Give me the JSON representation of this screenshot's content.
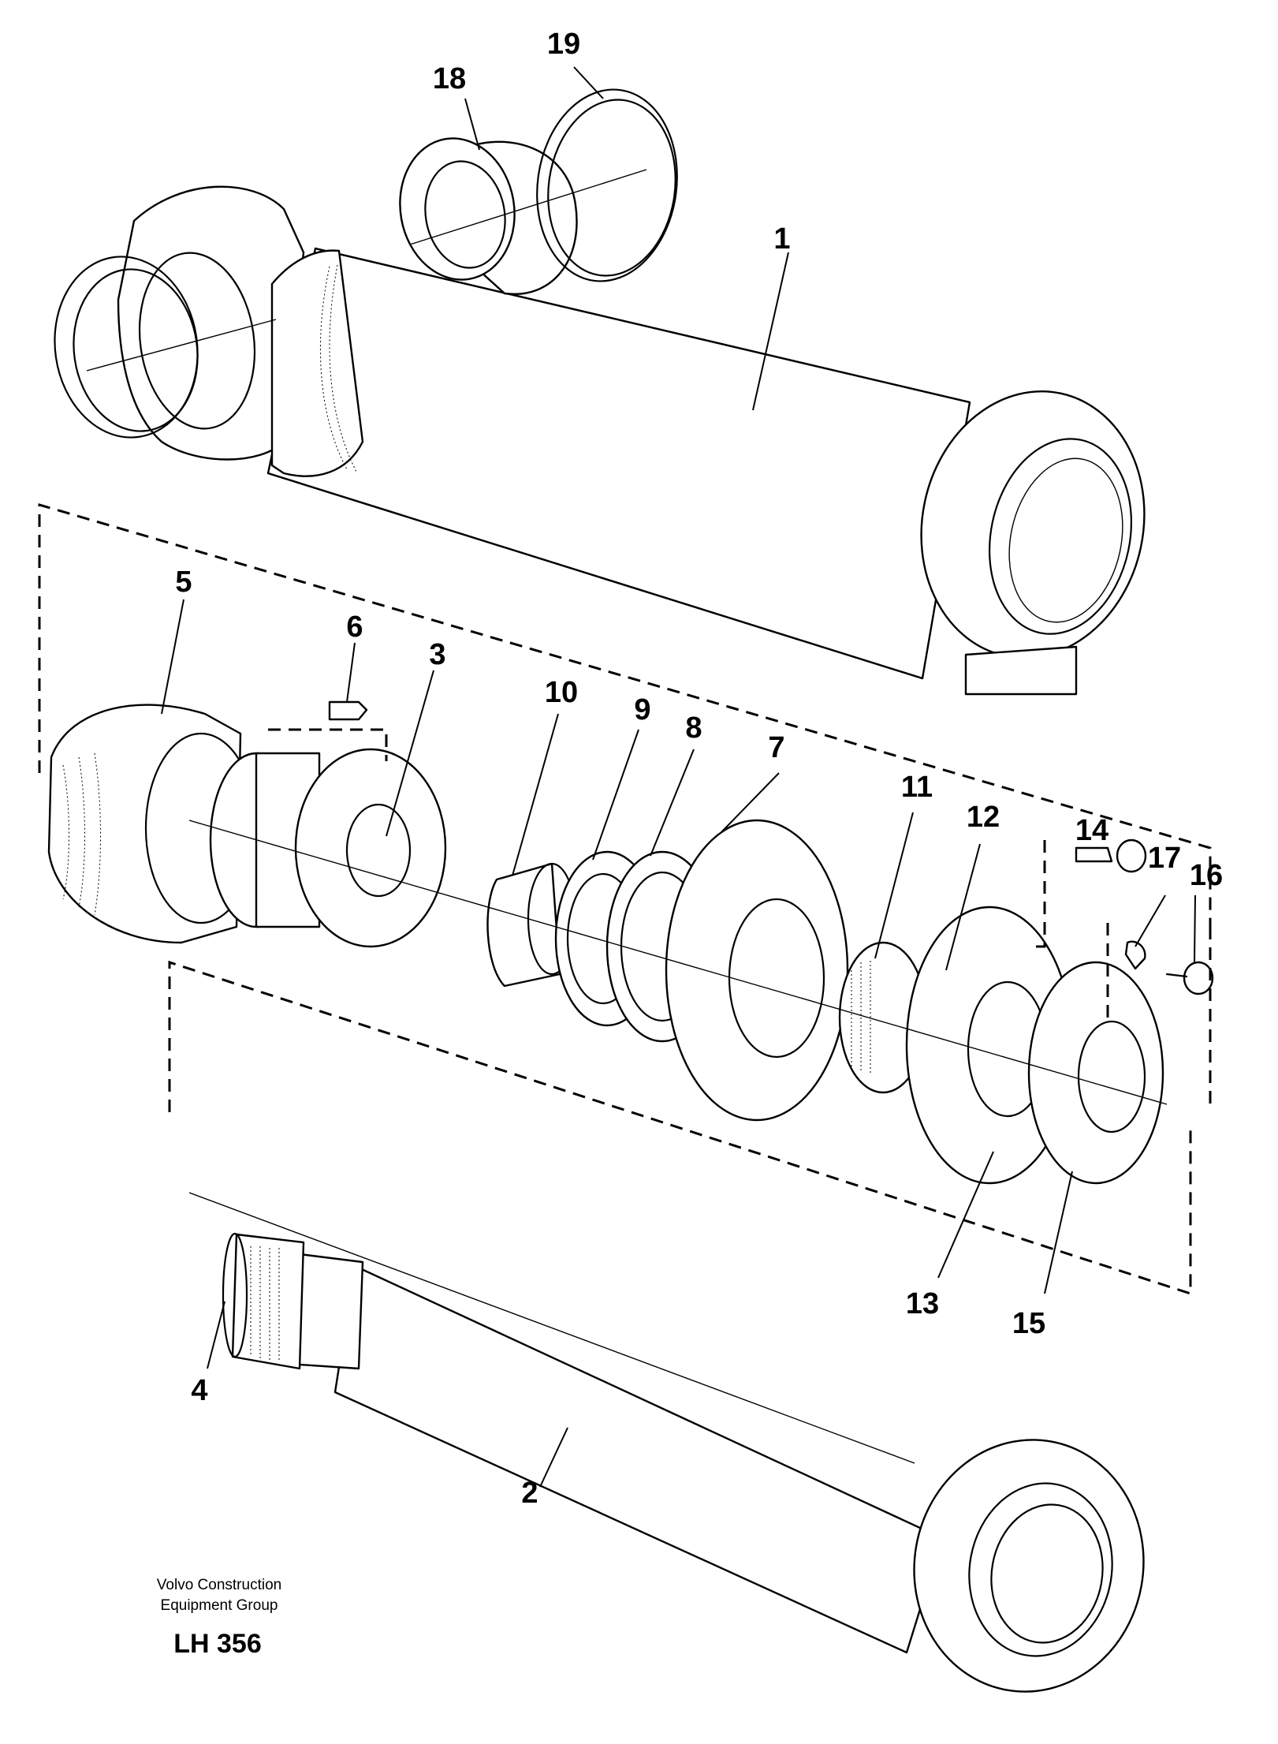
{
  "diagram": {
    "parts": [
      {
        "number": "1"
      },
      {
        "number": "2"
      },
      {
        "number": "3"
      },
      {
        "number": "4"
      },
      {
        "number": "5"
      },
      {
        "number": "6"
      },
      {
        "number": "7"
      },
      {
        "number": "8"
      },
      {
        "number": "9"
      },
      {
        "number": "10"
      },
      {
        "number": "11"
      },
      {
        "number": "12"
      },
      {
        "number": "13"
      },
      {
        "number": "14"
      },
      {
        "number": "15"
      },
      {
        "number": "16"
      },
      {
        "number": "17"
      },
      {
        "number": "18"
      },
      {
        "number": "19"
      }
    ]
  },
  "footer": {
    "company_line1": "Volvo Construction",
    "company_line2": "Equipment Group",
    "code": "LH 356"
  }
}
